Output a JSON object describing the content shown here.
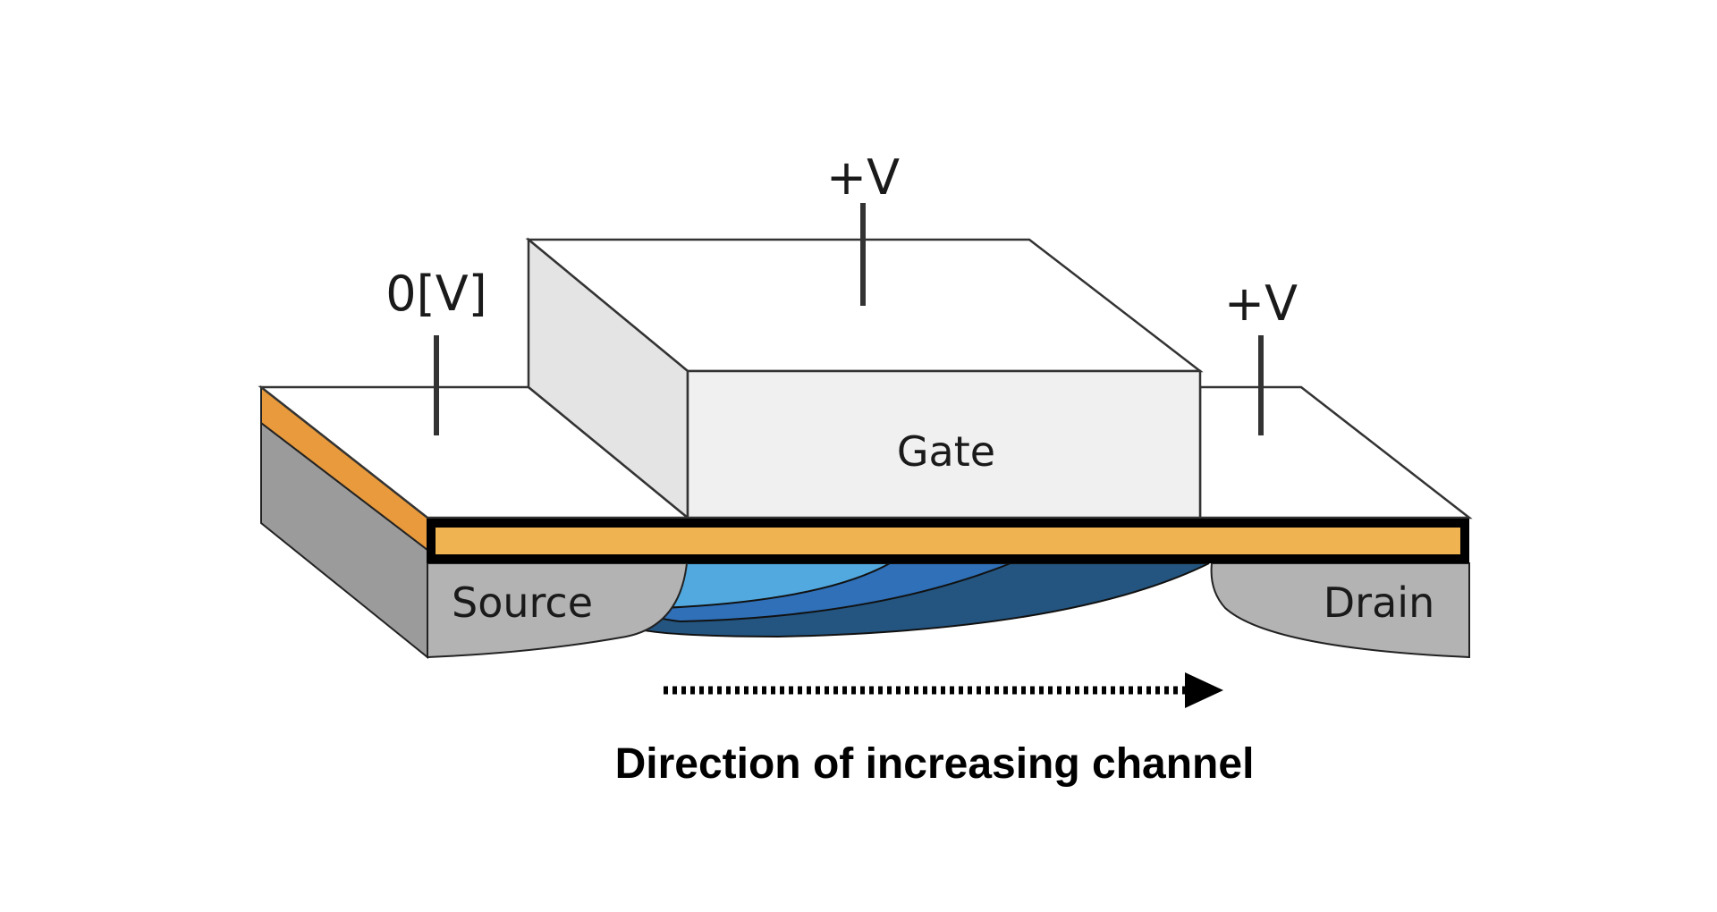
{
  "diagram": {
    "title": "MOSFET channel formation (n-channel, pinch-off view)",
    "terminals": {
      "source_voltage": "0[V]",
      "gate_voltage": "+V",
      "drain_voltage": "+V"
    },
    "regions": {
      "gate": "Gate",
      "source": "Source",
      "drain": "Drain"
    },
    "arrow": {
      "direction": "right",
      "style": "dotted"
    },
    "caption": "Direction of increasing channel",
    "colors": {
      "background": "#ffffff",
      "gate_front": "#f0f0f0",
      "gate_side": "#e4e4e4",
      "gate_top": "#ffffff",
      "oxide": "#efb352",
      "oxide_side": "#e89a3c",
      "oxide_border": "#000000",
      "substrate_side": "#9b9b9b",
      "source_drain": "#b3b3b3",
      "channel_light": "#52a9df",
      "channel_mid": "#2f70b8",
      "channel_dark": "#235580",
      "line": "#333333"
    }
  }
}
